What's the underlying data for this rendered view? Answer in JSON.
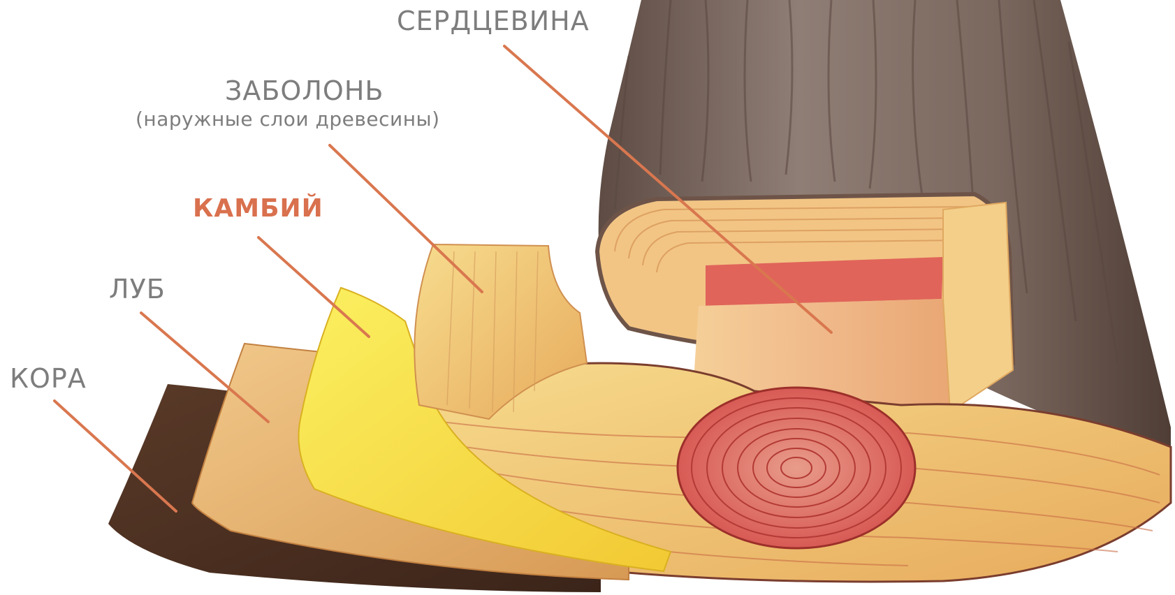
{
  "colors": {
    "label": "#7d7d7d",
    "accent": "#d9704e",
    "leader": "#d9774f",
    "bark": "#7b6a62",
    "bark_dark": "#4e3b32",
    "sapwood": "#f0c47a",
    "heartwood": "#e0645a",
    "cambium": "#f4e24a",
    "phloem": "#e9b66b",
    "outer_bark": "#6b4a35"
  },
  "labels": {
    "heartwood": "СЕРДЦЕВИНА",
    "sapwood": "ЗАБОЛОНЬ",
    "sapwood_note": "(наружные слои древесины)",
    "cambium": "КАМБИЙ",
    "phloem": "ЛУБ",
    "bark": "КОРА"
  }
}
